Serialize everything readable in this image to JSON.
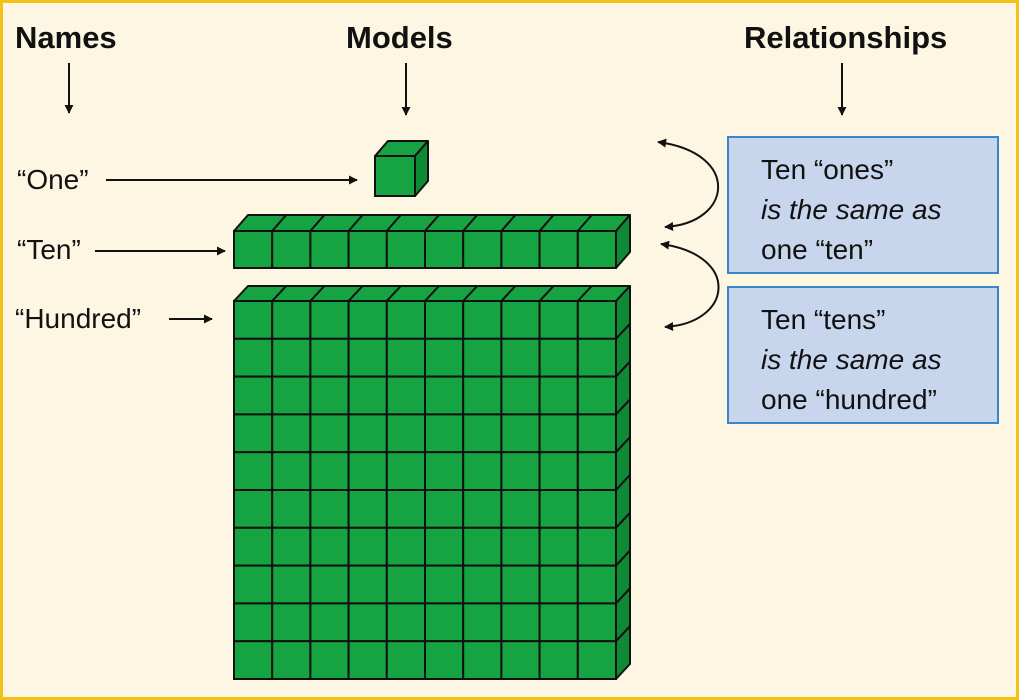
{
  "headers": {
    "names": "Names",
    "models": "Models",
    "relationships": "Relationships"
  },
  "names": {
    "one": "“One”",
    "ten": "“Ten”",
    "hundred": "“Hundred”"
  },
  "relationships": [
    {
      "line1": "Ten “ones”",
      "line2": "is the same as",
      "line3": "one “ten”"
    },
    {
      "line1": "Ten “tens”",
      "line2": "is the same as",
      "line3": "one “hundred”"
    }
  ],
  "colors": {
    "background": "#fdf6e3",
    "frame": "#f2c21b",
    "block_face": "#16a342",
    "block_side": "#0e8a35",
    "relationship_box_fill": "#c7d6ec",
    "relationship_box_border": "#3d86c6"
  },
  "models": {
    "ten_rod_units": 10,
    "hundred_flat_rows": 10,
    "hundred_flat_cols": 10
  }
}
